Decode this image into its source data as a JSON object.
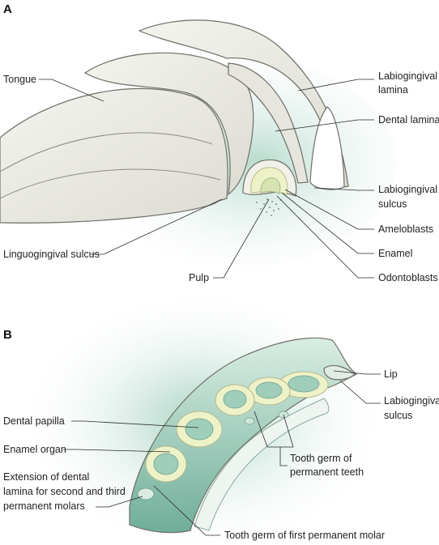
{
  "colors": {
    "gingiva": "#ecece6",
    "mesenchyme": "#cfe6dc",
    "mesenchyme_dark": "#7fb9a5",
    "enamel_organ": "#eef2c8",
    "papilla": "#9fcfba",
    "outline": "#6e6e66",
    "text": "#222222"
  },
  "panel_a": {
    "letter": "A",
    "labels": {
      "tongue": "Tongue",
      "labiogingival_lamina_1": "Labiogingival",
      "labiogingival_lamina_2": "lamina",
      "dental_lamina": "Dental lamina",
      "labiogingival_sulcus_1": "Labiogingival",
      "labiogingival_sulcus_2": "sulcus",
      "ameloblasts": "Ameloblasts",
      "linguogingival_sulcus": "Linguogingival sulcus",
      "enamel": "Enamel",
      "pulp": "Pulp",
      "odontoblasts": "Odontoblasts"
    }
  },
  "panel_b": {
    "letter": "B",
    "labels": {
      "lip": "Lip",
      "labiogingival_sulcus_1": "Labiogingival",
      "labiogingival_sulcus_2": "sulcus",
      "dental_papilla": "Dental papilla",
      "enamel_organ": "Enamel organ",
      "tooth_germ_perm_1": "Tooth germ of",
      "tooth_germ_perm_2": "permanent teeth",
      "extension_1": "Extension of dental",
      "extension_2": "lamina for second and third",
      "extension_3": "permanent molars",
      "first_molar": "Tooth germ of first permanent molar"
    }
  }
}
